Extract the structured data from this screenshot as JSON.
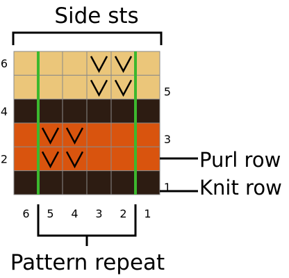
{
  "title_top": "Side sts",
  "title_bottom": "Pattern repeat",
  "purl_row_label": "Purl row",
  "knit_row_label": "Knit row",
  "colors": {
    "gold": "#EBC67A",
    "brown": "#2D1C12",
    "orange": "#D9540E",
    "green": "#3CB82E",
    "grid": "#8A8A8A"
  },
  "rows": [
    {
      "number": "6",
      "side": "left",
      "color": "gold",
      "v_cols": [
        3,
        4
      ]
    },
    {
      "number": "5",
      "side": "right",
      "color": "gold",
      "v_cols": [
        3,
        4
      ]
    },
    {
      "number": "4",
      "side": "left",
      "color": "brown",
      "v_cols": []
    },
    {
      "number": "3",
      "side": "right",
      "color": "orange",
      "v_cols": [
        1,
        2
      ]
    },
    {
      "number": "2",
      "side": "left",
      "color": "orange",
      "v_cols": [
        1,
        2
      ]
    },
    {
      "number": "1",
      "side": "right",
      "color": "brown",
      "v_cols": []
    }
  ],
  "column_numbers": [
    "6",
    "5",
    "4",
    "3",
    "2",
    "1"
  ]
}
